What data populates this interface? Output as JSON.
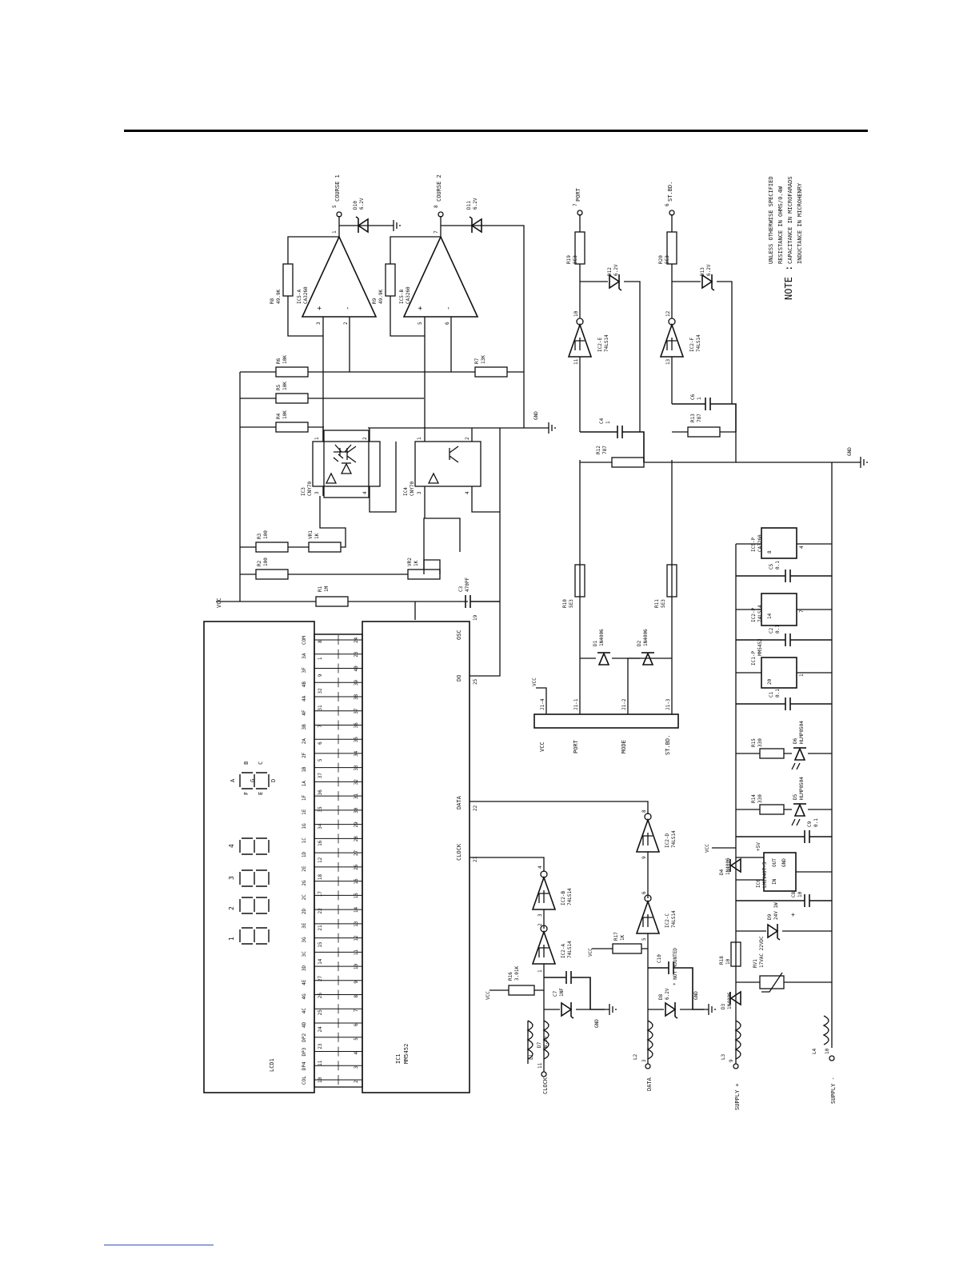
{
  "outputs": [
    {
      "pin": "5",
      "label": "COURSE 1"
    },
    {
      "pin": "8",
      "label": "COURSE 2"
    },
    {
      "pin": "7",
      "label": "PORT"
    },
    {
      "pin": "6",
      "label": "ST.BD."
    }
  ],
  "note": {
    "prefix": "NOTE :",
    "lines": [
      "UNLESS OTHERWISE SPECIFIED",
      "RESISTANCE IN OHMS/0.4W",
      "CAPACITANCE IN MICROFARADS",
      "INDUCTANCE IN MICROHENRY"
    ]
  },
  "nets": {
    "vcc": "VCC",
    "gnd": "GND"
  },
  "inputs": [
    {
      "pin": "11",
      "label": "CLOCK",
      "inductor": "L1"
    },
    {
      "pin": "3",
      "label": "DATA",
      "inductor": "L2"
    },
    {
      "pin": "9",
      "label": "SUPPLY +",
      "inductor": "L3"
    },
    {
      "pin": "10",
      "label": "SUPPLY -",
      "inductor": "L4"
    }
  ],
  "lcd": {
    "ref": "LCD1",
    "digits": [
      "1",
      "2",
      "3",
      "4"
    ],
    "seg_letters": [
      "A",
      "B",
      "C",
      "D",
      "E",
      "F",
      "G"
    ],
    "pin_labels": [
      "COM",
      "3A",
      "3F",
      "4B",
      "4A",
      "4F",
      "3B",
      "2A",
      "2F",
      "1B",
      "1A",
      "1F",
      "1E",
      "1G",
      "1C",
      "1D",
      "2E",
      "2G",
      "2C",
      "2D",
      "3E",
      "3G",
      "3C",
      "3D",
      "4E",
      "4G",
      "4C",
      "4D",
      "DP2",
      "DP3",
      "DP4",
      "COL"
    ],
    "pins": [
      "8",
      "1",
      "9",
      "32",
      "31",
      "7",
      "6",
      "5",
      "37",
      "36",
      "35",
      "34",
      "16",
      "12",
      "18",
      "17",
      "22",
      "21",
      "15",
      "14",
      "27",
      "26",
      "25",
      "24",
      "23",
      "11",
      "10"
    ]
  },
  "ic1": {
    "ref": "IC1",
    "part": "MM5452",
    "pins": [
      "24",
      "23",
      "40",
      "39",
      "38",
      "37",
      "36",
      "35",
      "34",
      "33",
      "32",
      "31",
      "30",
      "29",
      "28",
      "27",
      "26",
      "16",
      "15",
      "14",
      "13",
      "12",
      "11",
      "10",
      "9",
      "8",
      "7",
      "6",
      "5",
      "4",
      "3",
      "2"
    ],
    "labels": [
      "OSC",
      "DO",
      "DATA",
      "CLOCK"
    ],
    "signal_pins": [
      "19",
      "25",
      "22",
      "21"
    ]
  },
  "opamps": [
    {
      "ref": "IC5-A",
      "part": "CA3260",
      "pins": [
        "3",
        "2",
        "1"
      ]
    },
    {
      "ref": "IC5-B",
      "part": "CA3260",
      "pins": [
        "5",
        "6",
        "7"
      ]
    }
  ],
  "optos": [
    {
      "ref": "IC3",
      "part": "CNY70",
      "pins": [
        "1",
        "2",
        "3",
        "4"
      ]
    },
    {
      "ref": "IC4",
      "part": "CNY70",
      "pins": [
        "1",
        "2",
        "3",
        "4"
      ]
    }
  ],
  "resistors": [
    {
      "ref": "R1",
      "value": "1M"
    },
    {
      "ref": "R2",
      "value": "100"
    },
    {
      "ref": "R3",
      "value": "100"
    },
    {
      "ref": "R4",
      "value": "10K"
    },
    {
      "ref": "R5",
      "value": "10K"
    },
    {
      "ref": "R6",
      "value": "10K"
    },
    {
      "ref": "R7",
      "value": "13K"
    },
    {
      "ref": "R8",
      "value": "49.9K"
    },
    {
      "ref": "R9",
      "value": "49.9K"
    },
    {
      "ref": "R10",
      "value": "5E3"
    },
    {
      "ref": "R11",
      "value": "5E3"
    },
    {
      "ref": "R12",
      "value": "787"
    },
    {
      "ref": "R13",
      "value": "787"
    },
    {
      "ref": "R14",
      "value": "330"
    },
    {
      "ref": "R15",
      "value": "330"
    },
    {
      "ref": "R16",
      "value": "3.01K"
    },
    {
      "ref": "R17",
      "value": "1K"
    },
    {
      "ref": "R18",
      "value": "10"
    },
    {
      "ref": "R19",
      "value": "5E3"
    },
    {
      "ref": "R20",
      "value": "5E3"
    }
  ],
  "pots": [
    {
      "ref": "VR1",
      "value": "1K"
    },
    {
      "ref": "VR2",
      "value": "1K"
    }
  ],
  "caps": [
    {
      "ref": "C1",
      "value": "0.1"
    },
    {
      "ref": "C2",
      "value": "0.1"
    },
    {
      "ref": "C3",
      "value": "470PF"
    },
    {
      "ref": "C4",
      "value": "1"
    },
    {
      "ref": "C5",
      "value": "0.1"
    },
    {
      "ref": "C6",
      "value": "1"
    },
    {
      "ref": "C7",
      "value": "1NF"
    },
    {
      "ref": "C8",
      "value": "10"
    },
    {
      "ref": "C9",
      "value": "0.1"
    },
    {
      "ref": "C10",
      "value": "* NOT MOUNTED"
    }
  ],
  "diodes": [
    {
      "ref": "D1",
      "value": "1N4006"
    },
    {
      "ref": "D2",
      "value": "1N4006"
    },
    {
      "ref": "D3",
      "value": "1N4006"
    },
    {
      "ref": "D4",
      "value": "1N4006"
    },
    {
      "ref": "D5",
      "value": "HLMP0504"
    },
    {
      "ref": "D6",
      "value": "HLMP0504"
    },
    {
      "ref": "D7",
      "value": "6.2V"
    },
    {
      "ref": "D8",
      "value": "6.2V"
    },
    {
      "ref": "D9",
      "value": "24V 1W"
    },
    {
      "ref": "D10",
      "value": "6.2V"
    },
    {
      "ref": "D11",
      "value": "6.2V"
    },
    {
      "ref": "D12",
      "value": "6.2V"
    },
    {
      "ref": "D13",
      "value": "6.2V"
    }
  ],
  "inverters": [
    {
      "ref": "IC2-A",
      "part": "74LS14",
      "pins": [
        "1",
        "2"
      ]
    },
    {
      "ref": "IC2-B",
      "part": "74LS14",
      "pins": [
        "3",
        "4"
      ]
    },
    {
      "ref": "IC2-C",
      "part": "74LS14",
      "pins": [
        "5",
        "6"
      ]
    },
    {
      "ref": "IC2-D",
      "part": "74LS14",
      "pins": [
        "9",
        "8"
      ]
    },
    {
      "ref": "IC2-E",
      "part": "74LS14",
      "pins": [
        "11",
        "10"
      ]
    },
    {
      "ref": "IC2-F",
      "part": "74LS14",
      "pins": [
        "13",
        "12"
      ]
    }
  ],
  "connector": {
    "ref": "J1",
    "pins": [
      "J1-4",
      "J1-1",
      "J1-2",
      "J1-3"
    ],
    "labels": [
      "VCC",
      "PORT",
      "MODE",
      "ST.BD."
    ]
  },
  "regulator": {
    "ref": "IC6",
    "part": "LM2940T-5",
    "in": "IN",
    "out": "OUT",
    "gnd": "GND",
    "vout": "+5V"
  },
  "varistor": {
    "ref": "RV1",
    "value": "17VAC 22VDC"
  },
  "power_units": [
    {
      "ref": "IC1-P",
      "part": "MM5452",
      "pins": [
        "20",
        "1"
      ]
    },
    {
      "ref": "IC2-P",
      "part": "74LS14",
      "pins": [
        "14",
        "7"
      ]
    },
    {
      "ref": "IC5-P",
      "part": "CA3260",
      "pins": [
        "8",
        "4"
      ]
    }
  ],
  "polarity": "+"
}
